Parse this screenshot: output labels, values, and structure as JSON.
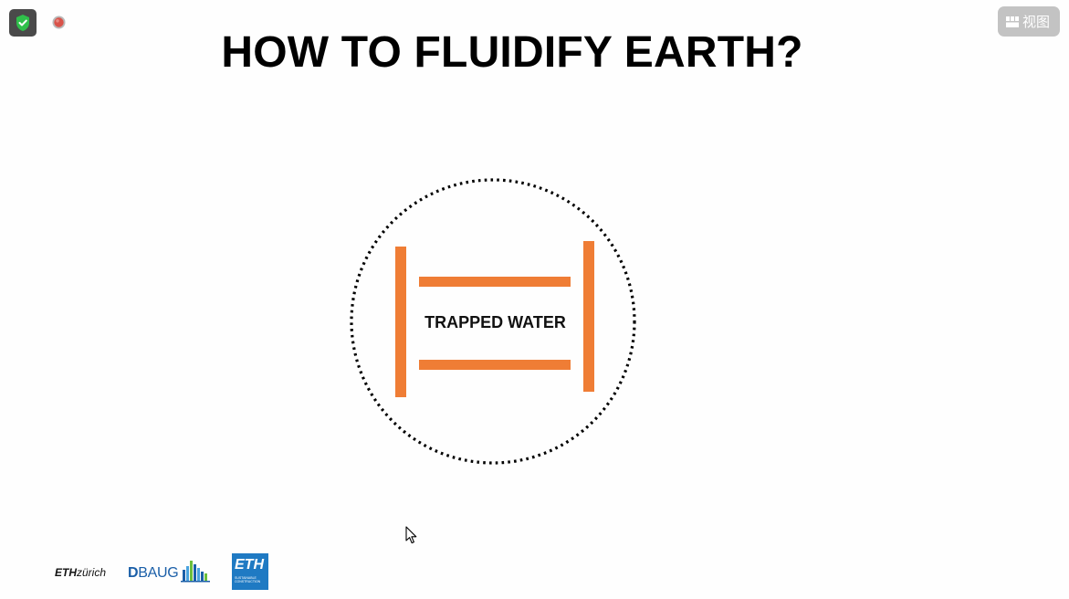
{
  "meeting_overlay": {
    "security_icon": "shield-check-icon",
    "recording_icon": "recording-dot-icon",
    "view_button": {
      "icon": "grid-view-icon",
      "label": "视图"
    }
  },
  "slide": {
    "title": "HOW TO FLUIDIFY EARTH?",
    "diagram": {
      "label": "TRAPPED WATER",
      "accent_color": "#ef7d35",
      "circle_style": "dotted",
      "circle_color": "#000000"
    },
    "footer_logos": {
      "eth_zurich": {
        "bold": "ETH",
        "rest": "zürich"
      },
      "dbaug": {
        "bold": "D",
        "rest": "BAUG"
      },
      "eth_box": {
        "big": "ETH",
        "small": "Sustainable Construction"
      }
    }
  },
  "cursor": {
    "icon": "mouse-pointer-icon"
  }
}
